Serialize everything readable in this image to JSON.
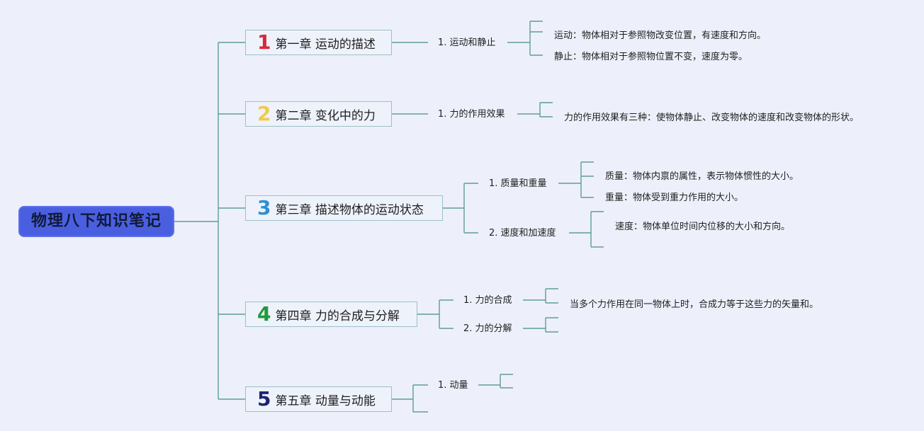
{
  "root": {
    "title": "物理八下知识笔记"
  },
  "colors": {
    "line": "#5E9C9A",
    "chapter_border": "#9CC0C6",
    "root_fill": "#4A5FE0",
    "num1": "#D8283A",
    "num2": "#F2C94C",
    "num3": "#2D8FD5",
    "num4": "#1E9B3A",
    "num5": "#1B2570"
  },
  "chapters": [
    {
      "num": "1",
      "title": "第一章 运动的描述",
      "topics": [
        {
          "label": "1. 运动和静止",
          "leaves": [
            "运动：物体相对于参照物改变位置，有速度和方向。",
            "静止：物体相对于参照物位置不变，速度为零。"
          ]
        }
      ]
    },
    {
      "num": "2",
      "title": "第二章 变化中的力",
      "topics": [
        {
          "label": "1. 力的作用效果",
          "leaves": [
            "力的作用效果有三种：使物体静止、改变物体的速度和改变物体的形状。"
          ]
        }
      ]
    },
    {
      "num": "3",
      "title": "第三章 描述物体的运动状态",
      "topics": [
        {
          "label": "1. 质量和重量",
          "leaves": [
            "质量：物体内禀的属性，表示物体惯性的大小。",
            "重量：物体受到重力作用的大小。"
          ]
        },
        {
          "label": "2. 速度和加速度",
          "leaves": [
            "速度：物体单位时间内位移的大小和方向。"
          ]
        }
      ]
    },
    {
      "num": "4",
      "title": "第四章 力的合成与分解",
      "topics": [
        {
          "label": "1. 力的合成",
          "leaves": [
            "当多个力作用在同一物体上时，合成力等于这些力的矢量和。"
          ]
        },
        {
          "label": "2. 力的分解",
          "leaves": []
        }
      ]
    },
    {
      "num": "5",
      "title": "第五章 动量与动能",
      "topics": [
        {
          "label": "1. 动量",
          "leaves": []
        }
      ]
    }
  ]
}
